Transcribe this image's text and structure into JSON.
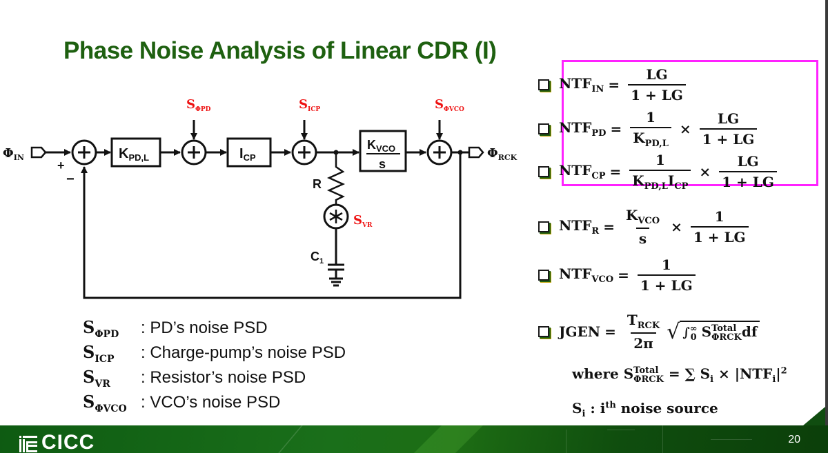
{
  "slide": {
    "title": "Phase Noise Analysis of Linear CDR (I)",
    "page_number": "20",
    "logo_text": "CICC"
  },
  "diagram": {
    "input_label": "Φ",
    "input_sub": "IN",
    "output_label": "Φ",
    "output_sub": "RCK",
    "plus_sign": "+",
    "minus_sign": "−",
    "blocks": {
      "kpd_main": "K",
      "kpd_sub": "PD,L",
      "icp_main": "I",
      "icp_sub": "CP",
      "kvco_main": "K",
      "kvco_sub": "VCO",
      "kvco_den": "s"
    },
    "noise_sources": {
      "pd_main": "S",
      "pd_sub": "ΦPD",
      "icp_main": "S",
      "icp_sub": "ICP",
      "vco_main": "S",
      "vco_sub": "ΦVCO",
      "vr_main": "S",
      "vr_sub": "VR"
    },
    "resistor_label": "R",
    "cap_label": "C",
    "cap_sub": "1",
    "noise_color": "#ee1111",
    "line_color": "#111111"
  },
  "legend": [
    {
      "sym": "S",
      "sub": "ΦPD",
      "desc": ": PD’s noise PSD"
    },
    {
      "sym": "S",
      "sub": "ICP",
      "desc": ": Charge-pump’s noise PSD"
    },
    {
      "sym": "S",
      "sub": "VR",
      "desc": ": Resistor’s noise PSD"
    },
    {
      "sym": "S",
      "sub": "ΦVCO",
      "desc": ": VCO’s noise PSD"
    }
  ],
  "equations": {
    "ntf_in": {
      "lhs": "NTF",
      "lhs_sub": "IN",
      "num": "LG",
      "den": "1 + LG"
    },
    "ntf_pd": {
      "lhs": "NTF",
      "lhs_sub": "PD",
      "num1": "1",
      "den1_main": "K",
      "den1_sub": "PD,L",
      "times": "×",
      "num2": "LG",
      "den2": "1 + LG"
    },
    "ntf_cp": {
      "lhs": "NTF",
      "lhs_sub": "CP",
      "num1": "1",
      "den1_main": "K",
      "den1_sub": "PD,L",
      "den1_main2": "I",
      "den1_sub2": "CP",
      "times": "×",
      "num2": "LG",
      "den2": "1 + LG"
    },
    "ntf_r": {
      "lhs": "NTF",
      "lhs_sub": "R",
      "num1_main": "K",
      "num1_sub": "VCO",
      "den1": "s",
      "times": "×",
      "num2": "1",
      "den2": "1 + LG"
    },
    "ntf_vco": {
      "lhs": "NTF",
      "lhs_sub": "VCO",
      "num": "1",
      "den": "1 + LG"
    },
    "jgen": {
      "lhs": "JGEN",
      "num_main": "T",
      "num_sub": "RCK",
      "den": "2π",
      "integral": "∫",
      "lower": "0",
      "upper": "∞",
      "s": "S",
      "s_sup": "Total",
      "s_sub": "ΦRCK",
      "df": "df"
    },
    "where": {
      "prefix": "where S",
      "s_sup": "Total",
      "s_sub": "ΦRCK",
      "rhs": "= ∑ S",
      "rhs_sub": "i",
      "rhs_tail": " × |NTF",
      "tail_sub": "i",
      "tail_end": "|",
      "tail_sup": "2"
    },
    "si_def": {
      "s": "S",
      "s_sub": "i",
      "colon": " :  i",
      "sup": "th",
      "text": " noise source"
    },
    "highlight_color": "#ff22ff"
  },
  "equals": "="
}
